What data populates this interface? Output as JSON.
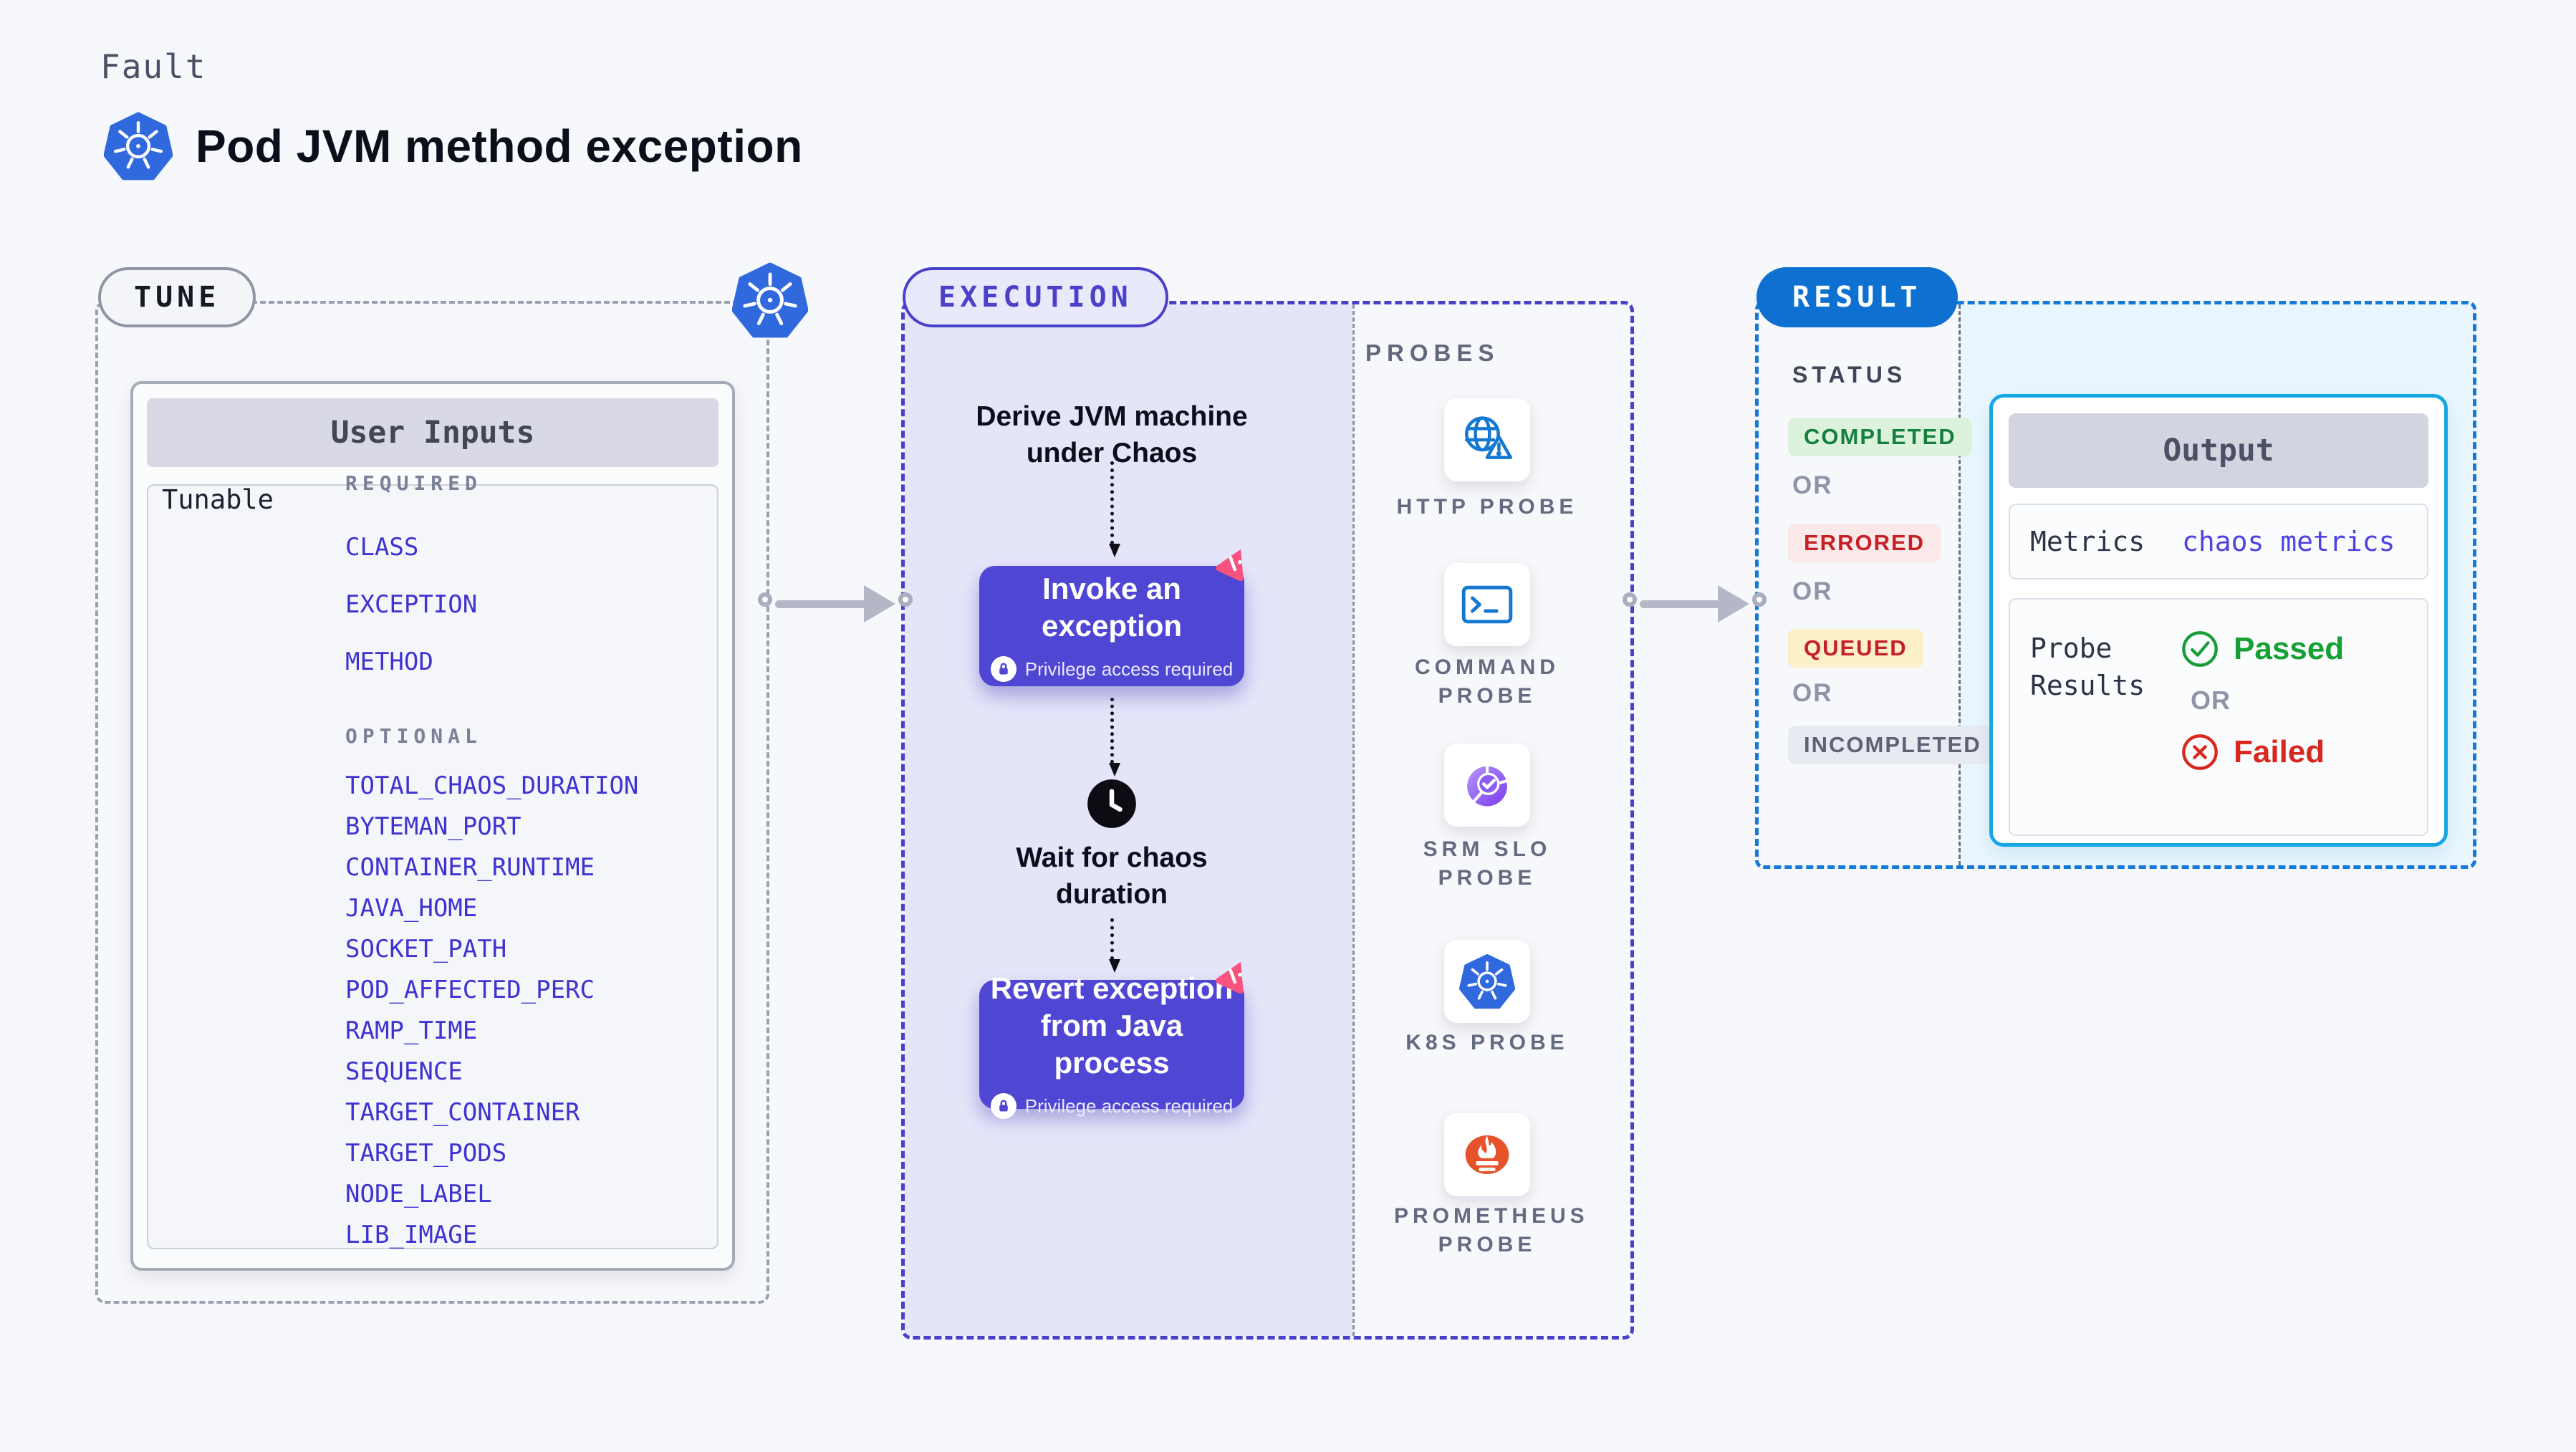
{
  "page": {
    "kicker": "Fault",
    "title": "Pod JVM method exception"
  },
  "colors": {
    "accent_indigo": "#4a41cb",
    "button_indigo": "#4f46d3",
    "link_indigo": "#3d33d1",
    "lavender_bg": "#e5e5fa",
    "result_blue": "#0e71d1",
    "result_dash_blue": "#1379da",
    "output_cyan_border": "#14a7e3",
    "light_blue_bg": "#e9f6fd",
    "passed_green": "#17a034",
    "failed_red": "#d7281f",
    "completed_fg": "#15803d",
    "completed_bg": "#dcf2dd",
    "errored_fg": "#c62026",
    "errored_bg": "#fbe9e9",
    "queued_fg": "#c62026",
    "queued_bg": "#fcf0c8",
    "incompleted_fg": "#5d6375",
    "incompleted_bg": "#e8eaf1",
    "k8s_blue": "#3069de",
    "probe_icon_blue": "#1478d2",
    "srm_purple": "#8b5cf6",
    "prometheus_orange": "#e6522c",
    "litmus_pink": "#f8537f"
  },
  "tune": {
    "badge": "TUNE",
    "panel_title": "User Inputs",
    "row_label": "Tunable",
    "required_label": "REQUIRED",
    "required": [
      "CLASS",
      "EXCEPTION",
      "METHOD"
    ],
    "optional_label": "OPTIONAL",
    "optional": [
      "TOTAL_CHAOS_DURATION",
      "BYTEMAN_PORT",
      "CONTAINER_RUNTIME",
      "JAVA_HOME",
      "SOCKET_PATH",
      "POD_AFFECTED_PERC",
      "RAMP_TIME",
      "SEQUENCE",
      "TARGET_CONTAINER",
      "TARGET_PODS",
      "NODE_LABEL",
      "LIB_IMAGE"
    ]
  },
  "execution": {
    "badge": "EXECUTION",
    "step1": "Derive JVM machine under Chaos",
    "invoke": {
      "label": "Invoke an exception",
      "note": "Privilege access required",
      "icon": "litmus-chaos-icon"
    },
    "wait": {
      "label": "Wait for chaos duration",
      "icon": "clock-icon"
    },
    "revert": {
      "label": "Revert exception from Java process",
      "note": "Privilege access required",
      "icon": "litmus-chaos-icon"
    }
  },
  "probes": {
    "label": "PROBES",
    "items": [
      {
        "label": "HTTP PROBE",
        "icon": "globe-alert-icon"
      },
      {
        "label": "COMMAND PROBE",
        "icon": "terminal-icon"
      },
      {
        "label": "SRM SLO PROBE",
        "icon": "slo-donut-check-icon"
      },
      {
        "label": "K8S PROBE",
        "icon": "kubernetes-icon"
      },
      {
        "label": "PROMETHEUS PROBE",
        "icon": "prometheus-icon"
      }
    ]
  },
  "result": {
    "badge": "RESULT",
    "status_label": "STATUS",
    "statuses": [
      "COMPLETED",
      "ERRORED",
      "QUEUED",
      "INCOMPLETED"
    ],
    "or_label": "OR",
    "output": {
      "title": "Output",
      "metrics_label": "Metrics",
      "metrics_value": "chaos metrics",
      "probe_results_label": "Probe Results",
      "passed": "Passed",
      "or_label": "OR",
      "failed": "Failed"
    }
  }
}
